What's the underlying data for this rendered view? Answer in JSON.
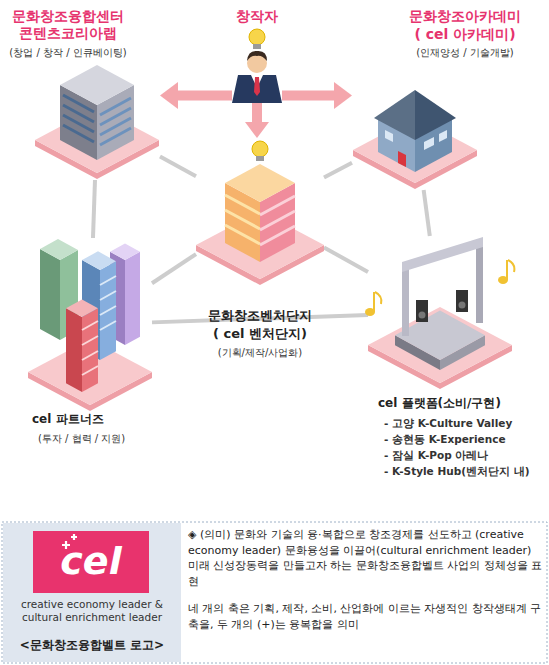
{
  "diagram": {
    "nodes": [
      {
        "text": [
          "문화창조융합센터 콘텐츠코리아랩",
          "(창업 / 창작 / 인큐베이팅)"
        ]
      },
      {
        "text": [
          "창작자"
        ]
      },
      {
        "text": [
          "문화창조아카데미",
          "( cel 아카데미)",
          "(인재양성 / 기술개발)"
        ]
      },
      {
        "text": [
          "문화창조벤처단지",
          "( cel 벤처단지)",
          "(기획/제작/사업화)"
        ]
      },
      {
        "text": [
          "cel 파트너즈",
          "(투자 / 협력 / 지원)"
        ]
      },
      {
        "text": [
          "cel 플랫폼(소비/구현)",
          "- 고양 K-Culture Valley",
          "- 송현동 K-Experience",
          "- 잠실 K-Pop 아레나",
          "- K-Style Hub(벤처단지 내)"
        ]
      },
      {
        "text": [
          "cel"
        ]
      }
    ],
    "edges": [
      {
        "from": 1,
        "to": 0,
        "arrow": "to"
      },
      {
        "from": 1,
        "to": 2,
        "arrow": "to"
      },
      {
        "from": 1,
        "to": 3,
        "arrow": "to"
      },
      {
        "from": 0,
        "to": 3,
        "arrow": "none"
      },
      {
        "from": 2,
        "to": 3,
        "arrow": "none"
      },
      {
        "from": 3,
        "to": 4,
        "arrow": "none"
      },
      {
        "from": 3,
        "to": 5,
        "arrow": "none"
      },
      {
        "from": 0,
        "to": 4,
        "arrow": "none"
      },
      {
        "from": 2,
        "to": 5,
        "arrow": "none"
      },
      {
        "from": 4,
        "to": 5,
        "arrow": "none"
      }
    ],
    "labels": [
      "creative economy leader & cultural enrichment leader",
      "<문화창조융합벨트 로고>",
      "◈ (의미) 문화와 기술의 융·복합으로 창조경제를 선도하고 (creative economy leader) 문화융성을 이끌어(cultural enrichment leader) 미래 신성장동력을 만들고자 하는 문화창조융합벨트 사업의 정체성을 표현",
      "네 개의 축은 기획, 제작, 소비, 산업화에 이르는 자생적인 창작생태계 구축을, 두 개의 (+)는 융복합을 의미"
    ]
  }
}
